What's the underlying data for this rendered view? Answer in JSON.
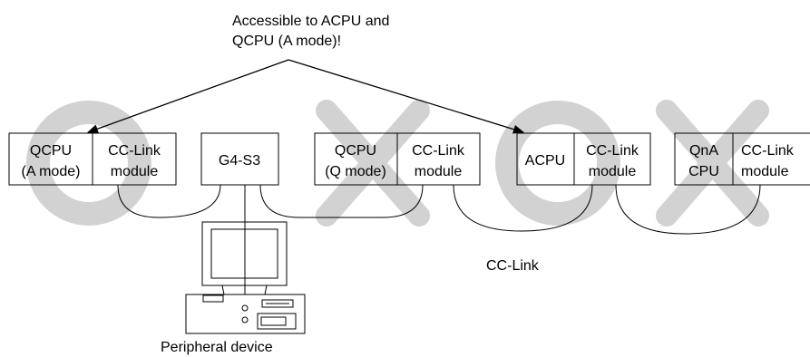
{
  "callout": {
    "line1": "Accessible to ACPU and",
    "line2": "QCPU (A mode)!"
  },
  "stations": [
    {
      "cpu": [
        "QCPU",
        "(A mode)"
      ],
      "module": [
        "CC-Link",
        "module"
      ],
      "marker": "circle",
      "accessible": true
    },
    {
      "cpu": [
        "QCPU",
        "(Q mode)"
      ],
      "module": [
        "CC-Link",
        "module"
      ],
      "marker": "cross",
      "accessible": false
    },
    {
      "cpu": [
        "ACPU"
      ],
      "module": [
        "CC-Link",
        "module"
      ],
      "marker": "circle",
      "accessible": true
    },
    {
      "cpu": [
        "QnA",
        "CPU"
      ],
      "module": [
        "CC-Link",
        "module"
      ],
      "marker": "cross",
      "accessible": false
    }
  ],
  "g4": {
    "label": "G4-S3"
  },
  "network": {
    "label": "CC-Link"
  },
  "peripheral": {
    "label": "Peripheral device"
  },
  "colors": {
    "marker": "#d2d2d2",
    "line": "#000000",
    "monitor_bezel": "#ffffff"
  }
}
